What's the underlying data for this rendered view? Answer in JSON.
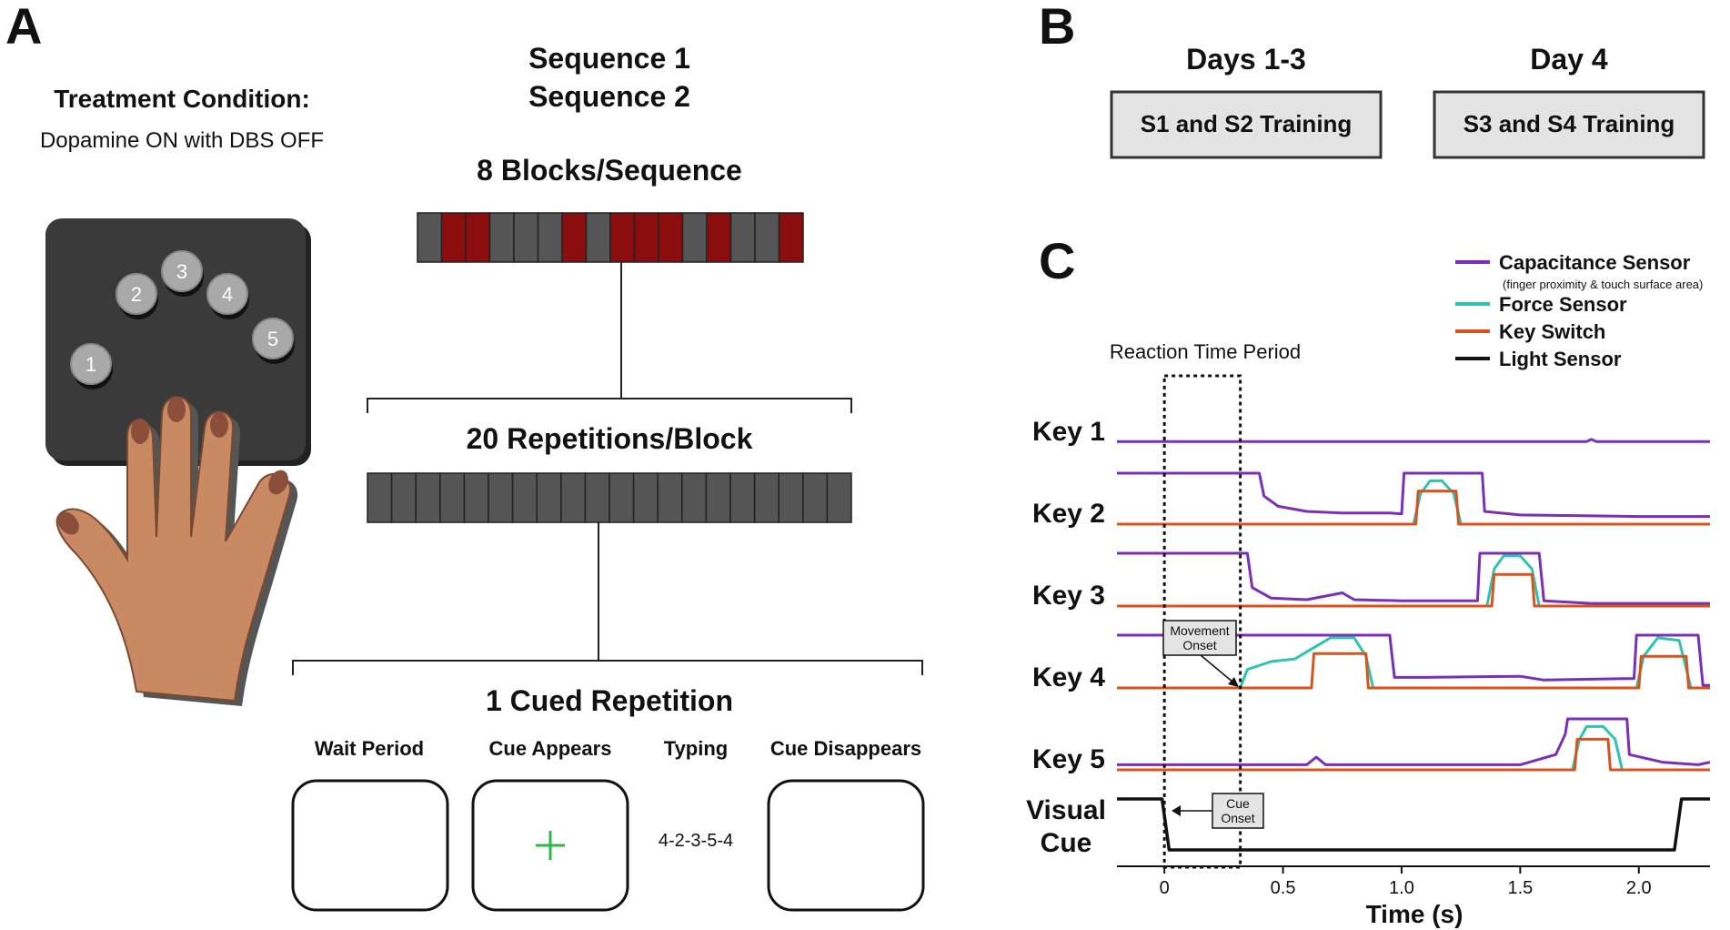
{
  "panel_a": {
    "letter": "A",
    "condition_title": "Treatment Condition:",
    "condition_value": "Dopamine ON with DBS OFF",
    "sequence1_label": "Sequence 1",
    "sequence2_label": "Sequence 2",
    "sequence1_color": "#555555",
    "sequence2_color": "#8b0d0d",
    "blocks_title": "8 Blocks/Sequence",
    "block_pattern": [
      1,
      2,
      2,
      1,
      1,
      1,
      2,
      1,
      2,
      2,
      2,
      1,
      2,
      1,
      1,
      2
    ],
    "reps_title": "20 Repetitions/Block",
    "reps_count": 20,
    "cued_title": "1 Cued Repetition",
    "keypad_keys": [
      "1",
      "2",
      "3",
      "4",
      "5"
    ],
    "steps": {
      "wait": "Wait Period",
      "cue_appears": "Cue  Appears",
      "typing": "Typing",
      "cue_disappears": "Cue  Disappears"
    },
    "typing_sequence": "4-2-3-5-4",
    "cue_color": "#2db84a"
  },
  "panel_b": {
    "letter": "B",
    "col1_title": "Days 1-3",
    "col1_box": "S1 and S2 Training",
    "col2_title": "Day 4",
    "col2_box": "S3 and S4 Training"
  },
  "panel_c": {
    "letter": "C",
    "legend": [
      {
        "label": "Capacitance Sensor",
        "sub": "(finger proximity & touch surface area)",
        "color": "#7a2fb8"
      },
      {
        "label": "Force Sensor",
        "sub": "",
        "color": "#2ec4b0"
      },
      {
        "label": "Key Switch",
        "sub": "",
        "color": "#d9531e"
      },
      {
        "label": "Light Sensor",
        "sub": "",
        "color": "#111111"
      }
    ],
    "rt_label": "Reaction Time Period",
    "movement_onset": "Movement Onset",
    "cue_onset": "Cue Onset",
    "rows": [
      {
        "label": "Key 1"
      },
      {
        "label": "Key 2"
      },
      {
        "label": "Key 3"
      },
      {
        "label": "Key 4"
      },
      {
        "label": "Key 5"
      },
      {
        "label": "Visual Cue"
      }
    ],
    "chart_data": {
      "type": "line",
      "xlabel": "Time (s)",
      "xlim": [
        -0.2,
        2.3
      ],
      "xticks": [
        0,
        0.5,
        1.0,
        1.5,
        2.0
      ],
      "xtick_labels": [
        "0",
        "0.5",
        "1.0",
        "1.5",
        "2.0"
      ],
      "reaction_time_period": [
        0,
        0.32
      ],
      "series": [
        {
          "name": "Capacitance Sensor",
          "row": "Key 1",
          "x": [
            -0.2,
            1.78,
            1.8,
            1.82,
            2.3
          ],
          "y": [
            0.05,
            0.05,
            0.2,
            0.05,
            0.05
          ]
        },
        {
          "name": "Capacitance Sensor",
          "row": "Key 2",
          "x": [
            -0.2,
            0.4,
            0.42,
            0.48,
            0.6,
            0.75,
            0.95,
            1.0,
            1.01,
            1.34,
            1.35,
            1.5,
            2.0,
            2.3
          ],
          "y": [
            1.0,
            1.0,
            0.55,
            0.35,
            0.25,
            0.22,
            0.22,
            0.2,
            1.0,
            1.0,
            0.25,
            0.18,
            0.15,
            0.15
          ]
        },
        {
          "name": "Force Sensor",
          "row": "Key 2",
          "x": [
            -0.2,
            1.05,
            1.08,
            1.12,
            1.17,
            1.22,
            1.25,
            2.3
          ],
          "y": [
            0,
            0,
            0.6,
            0.85,
            0.85,
            0.6,
            0,
            0
          ]
        },
        {
          "name": "Key Switch",
          "row": "Key 2",
          "x": [
            -0.2,
            1.06,
            1.07,
            1.23,
            1.24,
            2.3
          ],
          "y": [
            0,
            0,
            0.65,
            0.65,
            0,
            0
          ]
        },
        {
          "name": "Capacitance Sensor",
          "row": "Key 3",
          "x": [
            -0.2,
            0.35,
            0.37,
            0.45,
            0.6,
            0.75,
            0.8,
            1.0,
            1.32,
            1.33,
            1.58,
            1.6,
            1.8,
            2.3
          ],
          "y": [
            1.0,
            1.0,
            0.35,
            0.15,
            0.12,
            0.25,
            0.12,
            0.1,
            0.1,
            1.0,
            1.0,
            0.1,
            0.05,
            0.05
          ]
        },
        {
          "name": "Force Sensor",
          "row": "Key 3",
          "x": [
            -0.2,
            1.36,
            1.39,
            1.43,
            1.5,
            1.55,
            1.58,
            2.3
          ],
          "y": [
            0,
            0,
            0.7,
            0.95,
            0.95,
            0.7,
            0,
            0
          ]
        },
        {
          "name": "Key Switch",
          "row": "Key 3",
          "x": [
            -0.2,
            1.38,
            1.39,
            1.55,
            1.56,
            2.3
          ],
          "y": [
            0,
            0,
            0.6,
            0.6,
            0,
            0
          ]
        },
        {
          "name": "Capacitance Sensor",
          "row": "Key 4",
          "x": [
            -0.2,
            0.95,
            0.97,
            1.1,
            1.5,
            1.6,
            1.98,
            1.99,
            2.25,
            2.27,
            2.3
          ],
          "y": [
            1.0,
            1.0,
            0.2,
            0.2,
            0.22,
            0.15,
            0.18,
            1.0,
            1.0,
            0.05,
            0.05
          ]
        },
        {
          "name": "Force Sensor",
          "row": "Key 4",
          "x": [
            -0.2,
            0.32,
            0.35,
            0.45,
            0.55,
            0.7,
            0.8,
            0.85,
            0.88,
            1.99,
            2.02,
            2.08,
            2.17,
            2.22,
            2.3
          ],
          "y": [
            0,
            0,
            0.35,
            0.5,
            0.55,
            0.95,
            0.95,
            0.6,
            0,
            0,
            0.6,
            0.95,
            0.9,
            0,
            0
          ]
        },
        {
          "name": "Key Switch",
          "row": "Key 4",
          "x": [
            -0.2,
            0.62,
            0.63,
            0.85,
            0.86,
            2.0,
            2.01,
            2.2,
            2.21,
            2.3
          ],
          "y": [
            0,
            0,
            0.65,
            0.65,
            0,
            0,
            0.6,
            0.6,
            0,
            0
          ]
        },
        {
          "name": "Capacitance Sensor",
          "row": "Key 5",
          "x": [
            -0.2,
            0.6,
            0.64,
            0.68,
            1.5,
            1.65,
            1.69,
            1.7,
            1.95,
            1.96,
            2.1,
            2.25,
            2.3
          ],
          "y": [
            0.1,
            0.1,
            0.25,
            0.1,
            0.1,
            0.3,
            0.7,
            1.0,
            1.0,
            0.3,
            0.15,
            0.1,
            0.15
          ]
        },
        {
          "name": "Force Sensor",
          "row": "Key 5",
          "x": [
            -0.2,
            1.72,
            1.75,
            1.78,
            1.85,
            1.9,
            1.93,
            2.3
          ],
          "y": [
            0,
            0,
            0.6,
            0.85,
            0.85,
            0.6,
            0,
            0
          ]
        },
        {
          "name": "Key Switch",
          "row": "Key 5",
          "x": [
            -0.2,
            1.73,
            1.74,
            1.87,
            1.88,
            2.3
          ],
          "y": [
            0,
            0,
            0.6,
            0.6,
            0,
            0
          ]
        },
        {
          "name": "Light Sensor",
          "row": "Visual Cue",
          "x": [
            -0.2,
            -0.01,
            0.02,
            2.15,
            2.18,
            2.3
          ],
          "y": [
            1.0,
            1.0,
            0,
            0,
            1.0,
            1.0
          ]
        }
      ]
    }
  }
}
